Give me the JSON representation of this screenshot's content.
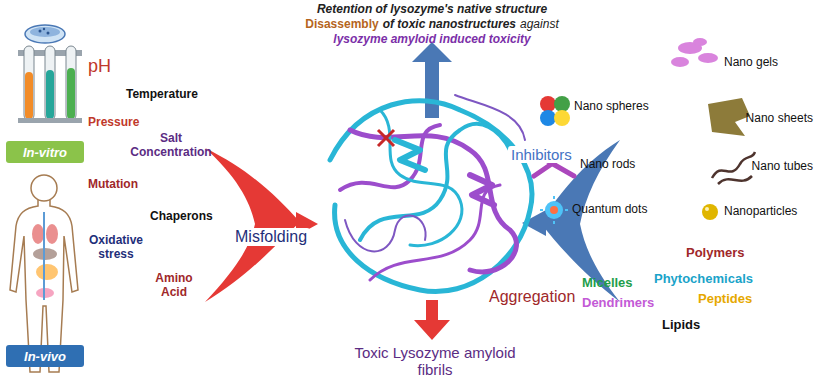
{
  "diagram": {
    "nodes": [
      {
        "text": [
          "In-vitro"
        ]
      },
      {
        "text": [
          "In-vivo"
        ]
      }
    ],
    "labels": [
      "Retention of lysozyme's native structure",
      "Disassembly",
      "of toxic nanostructures",
      "against",
      "lysozyme amyloid induced toxicity",
      "pH",
      "Temperature",
      "Pressure",
      "Salt Concentration",
      "Mutation",
      "Chaperons",
      "Oxidative stress",
      "Amino Acid",
      "Misfolding",
      "Inhibitors",
      "Aggregation",
      "Toxic Lysozyme amyloid fibrils",
      "Nano gels",
      "Nano spheres",
      "Nano sheets",
      "Nano rods",
      "Nano tubes",
      "Quantum dots",
      "Nanoparticles",
      "Polymers",
      "Micelles",
      "Phytochemicals",
      "Dendrimers",
      "Peptides",
      "Lipids"
    ]
  }
}
